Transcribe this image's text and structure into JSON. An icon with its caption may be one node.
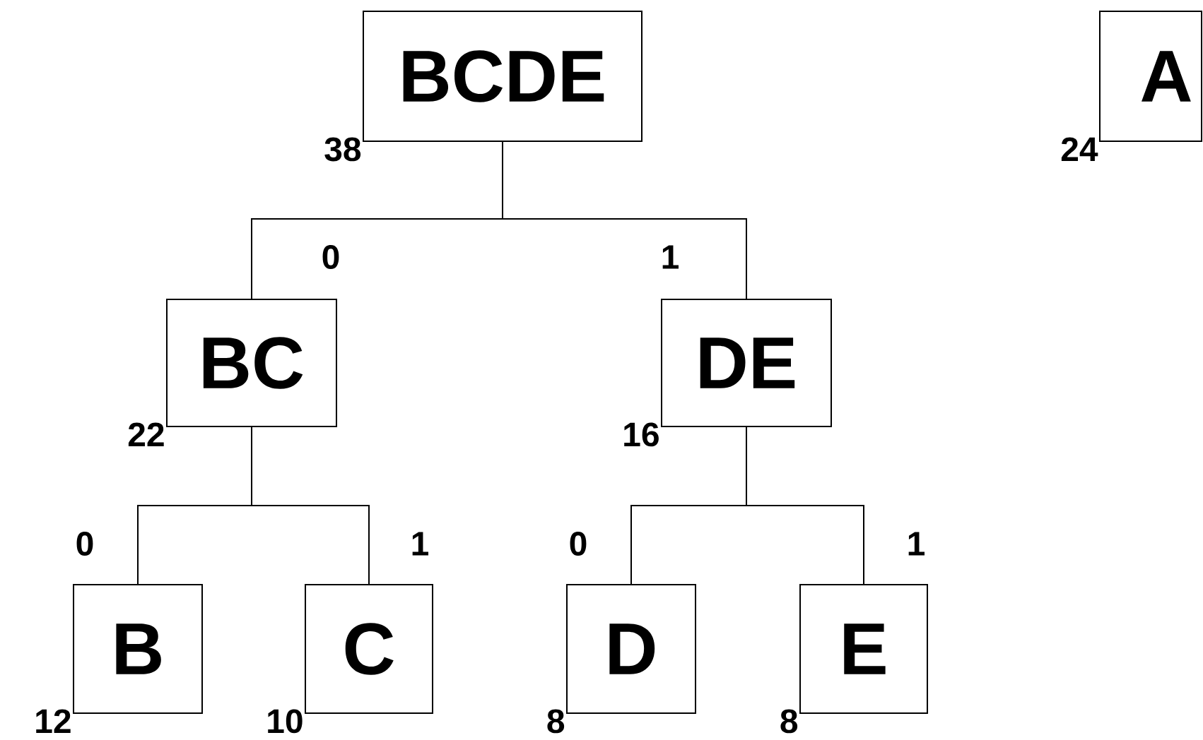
{
  "diagram": {
    "nodes": [
      {
        "text": [
          "BCDE"
        ],
        "beside": [
          "38"
        ]
      },
      {
        "text": [
          "A"
        ],
        "beside": [
          "24"
        ]
      },
      {
        "text": [
          "BC"
        ],
        "beside": [
          "22"
        ]
      },
      {
        "text": [
          "DE"
        ],
        "beside": [
          "16"
        ]
      },
      {
        "text": [
          "B"
        ],
        "beside": [
          "12"
        ]
      },
      {
        "text": [
          "C"
        ],
        "beside": [
          "10"
        ]
      },
      {
        "text": [
          "D"
        ],
        "beside": [
          "8"
        ]
      },
      {
        "text": [
          "E"
        ],
        "beside": [
          "8"
        ]
      }
    ],
    "edges": [
      {
        "from": 0,
        "to": 2,
        "arrow": "none",
        "label": "0"
      },
      {
        "from": 0,
        "to": 3,
        "arrow": "none",
        "label": "1"
      },
      {
        "from": 2,
        "to": 4,
        "arrow": "none",
        "label": "0"
      },
      {
        "from": 2,
        "to": 5,
        "arrow": "none",
        "label": "1"
      },
      {
        "from": 3,
        "to": 6,
        "arrow": "none",
        "label": "0"
      },
      {
        "from": 3,
        "to": 7,
        "arrow": "none",
        "label": "1"
      }
    ]
  }
}
